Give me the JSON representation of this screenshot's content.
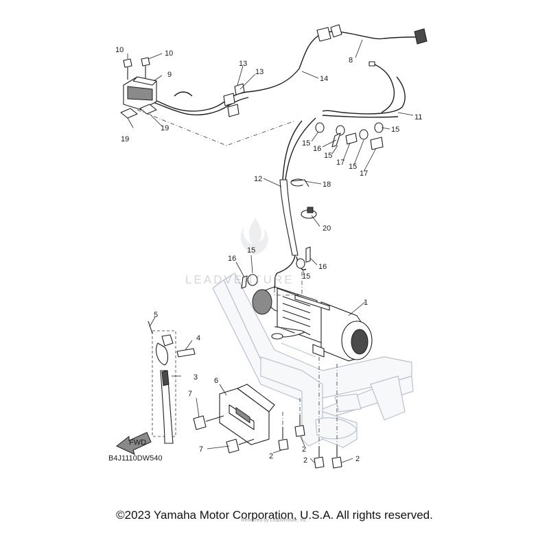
{
  "diagram": {
    "code": "B4J1110DW540",
    "copyright": "©2023 Yamaha Motor Corporation, U.S.A. All rights reserved.",
    "watermark_text": "LEADVENTURE",
    "rendered_by": "Rendered by LeadVenture, Inc.",
    "fwd_label": "FWD"
  },
  "callouts": [
    {
      "id": "c1",
      "label": "1"
    },
    {
      "id": "c2a",
      "label": "2"
    },
    {
      "id": "c2b",
      "label": "2"
    },
    {
      "id": "c2c",
      "label": "2"
    },
    {
      "id": "c2d",
      "label": "2"
    },
    {
      "id": "c3",
      "label": "3"
    },
    {
      "id": "c4",
      "label": "4"
    },
    {
      "id": "c5",
      "label": "5"
    },
    {
      "id": "c6",
      "label": "6"
    },
    {
      "id": "c7a",
      "label": "7"
    },
    {
      "id": "c7b",
      "label": "7"
    },
    {
      "id": "c8",
      "label": "8"
    },
    {
      "id": "c9",
      "label": "9"
    },
    {
      "id": "c10a",
      "label": "10"
    },
    {
      "id": "c10b",
      "label": "10"
    },
    {
      "id": "c11",
      "label": "11"
    },
    {
      "id": "c12",
      "label": "12"
    },
    {
      "id": "c13a",
      "label": "13"
    },
    {
      "id": "c13b",
      "label": "13"
    },
    {
      "id": "c14",
      "label": "14"
    },
    {
      "id": "c15a",
      "label": "15"
    },
    {
      "id": "c15b",
      "label": "15"
    },
    {
      "id": "c15c",
      "label": "15"
    },
    {
      "id": "c15d",
      "label": "15"
    },
    {
      "id": "c15e",
      "label": "15"
    },
    {
      "id": "c15f",
      "label": "15"
    },
    {
      "id": "c16a",
      "label": "16"
    },
    {
      "id": "c16b",
      "label": "16"
    },
    {
      "id": "c16c",
      "label": "16"
    },
    {
      "id": "c17a",
      "label": "17"
    },
    {
      "id": "c17b",
      "label": "17"
    },
    {
      "id": "c18",
      "label": "18"
    },
    {
      "id": "c19a",
      "label": "19"
    },
    {
      "id": "c19b",
      "label": "19"
    },
    {
      "id": "c20",
      "label": "20"
    }
  ]
}
